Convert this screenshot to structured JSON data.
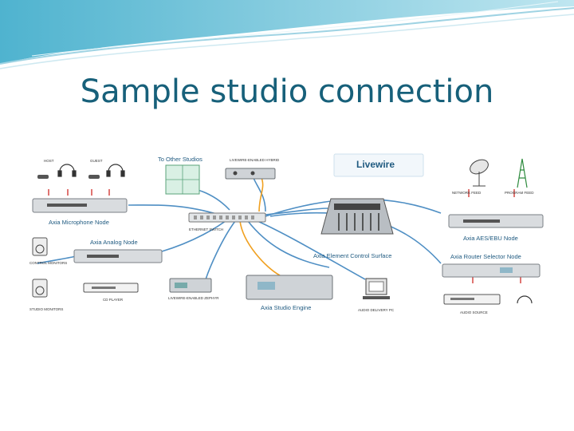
{
  "slide": {
    "title": "Sample studio connection"
  },
  "colors": {
    "title": "#17607a",
    "blue_link": "#4f8fc4",
    "orange_link": "#f0a020",
    "red_link": "#d9534f",
    "label": "#1f5a80"
  },
  "diagram": {
    "logo": "Livewire",
    "labels": {
      "host": "HOST",
      "guest": "GUEST",
      "to_other_studios": "To Other Studios",
      "hybrid": "LIVEWIRE-ENABLED HYBRID",
      "mic_node": "Axia Microphone Node",
      "ethernet_switch": "ETHERNET SWITCH",
      "analog_node": "Axia Analog Node",
      "control_monitors": "CONTROL MONITORS",
      "cd_player": "CD PLAYER",
      "zephyr": "LIVEWIRE-ENABLED ZEPHYR",
      "studio_engine": "Axia Studio Engine",
      "studio_monitors": "STUDIO MONITORS",
      "element": "Axia Element Control Surface",
      "aes_node": "Axia AES/EBU Node",
      "network_feed": "NETWORK FEED",
      "program_feed": "PROGRAM FEED",
      "router_node": "Axia Router Selector Node",
      "audio_delivery": "AUDIO DELIVERY PC",
      "audio_source": "AUDIO SOURCE"
    }
  }
}
